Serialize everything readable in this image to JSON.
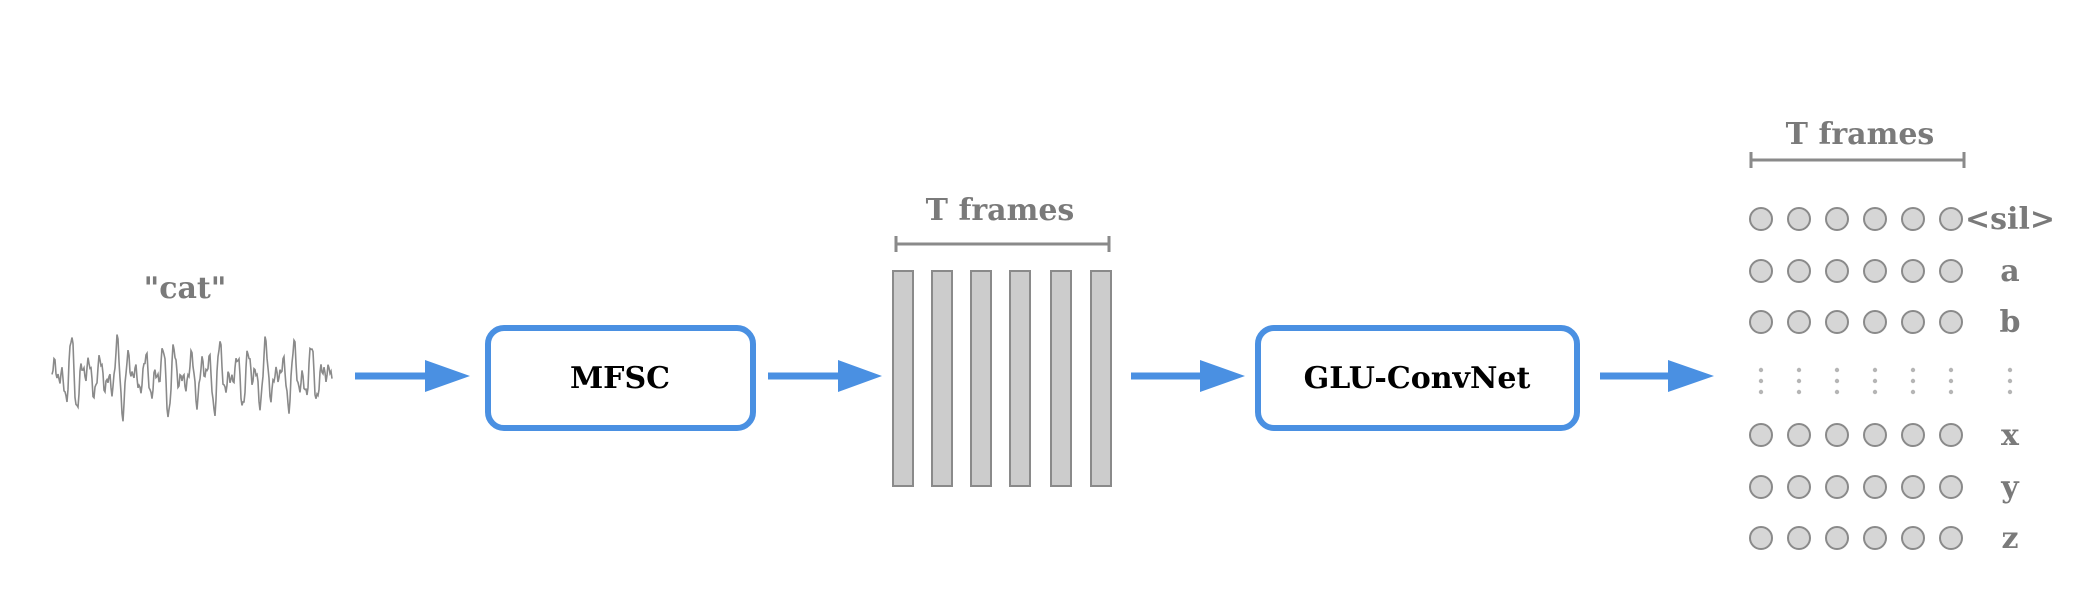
{
  "input_word": "\"cat\"",
  "stages": {
    "feature_box": "MFSC",
    "model_box": "GLU-ConvNet"
  },
  "frames_label_middle": "T frames",
  "frames_label_output": "T frames",
  "output_tokens": [
    "<sil>",
    "a",
    "b",
    "x",
    "y",
    "z"
  ],
  "colors": {
    "accent_blue": "#4a90e2",
    "gray_text": "#7a7a7a",
    "frame_fill": "#cccccc",
    "frame_stroke": "#8a8a8a",
    "dot_fill": "#d6d6d6",
    "dot_stroke": "#8a8a8a"
  }
}
